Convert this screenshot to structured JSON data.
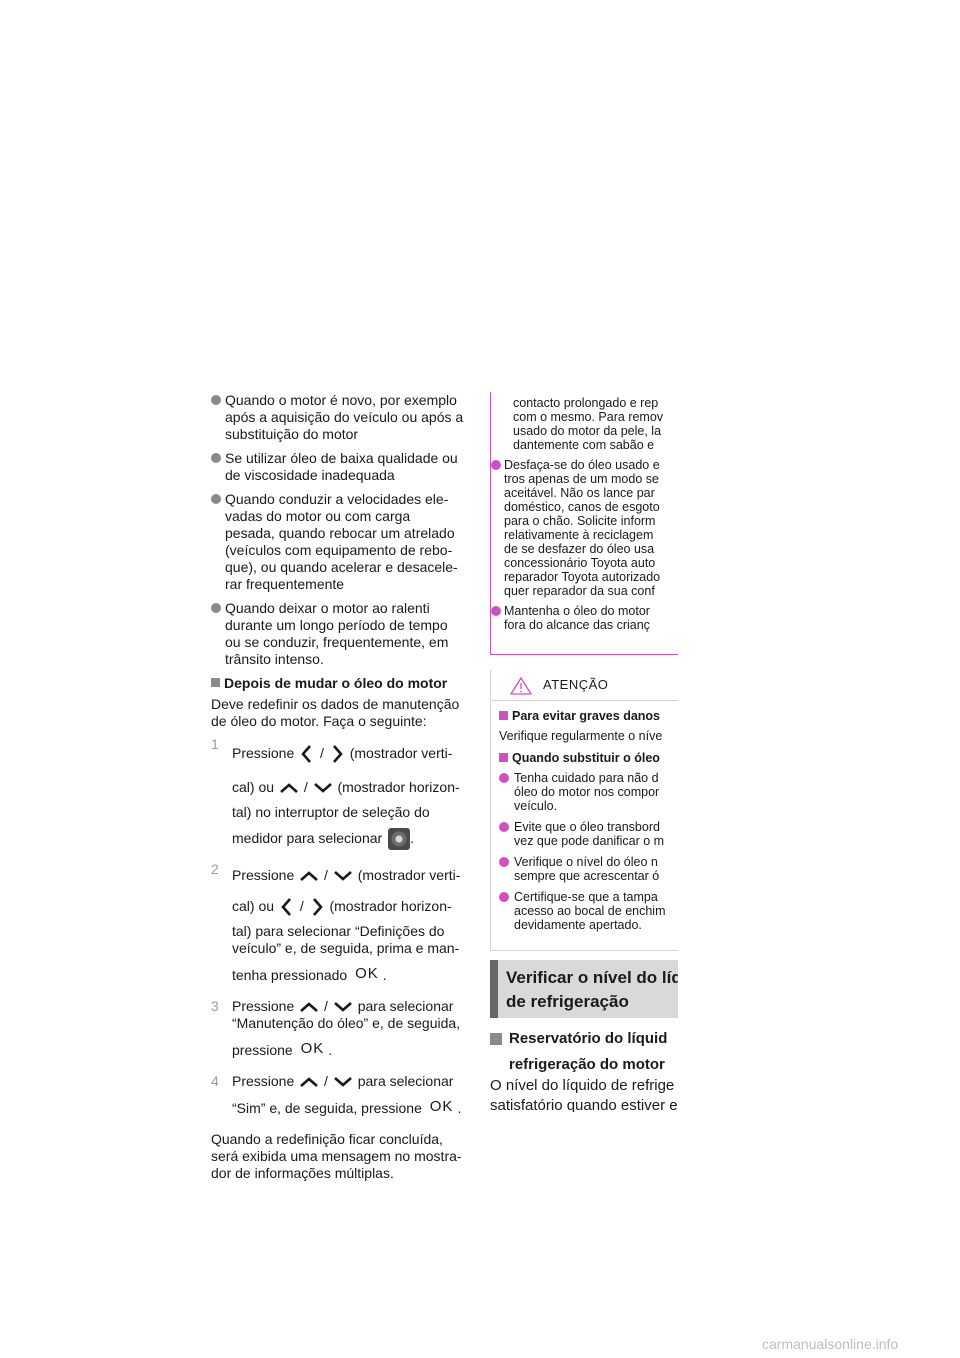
{
  "left": {
    "bullets": [
      [
        "Quando o motor é novo, por exemplo",
        "após a aquisição do veículo ou após a",
        "substituição do motor"
      ],
      [
        "Se utilizar óleo de baixa qualidade ou",
        "de viscosidade inadequada"
      ],
      [
        "Quando conduzir a velocidades ele-",
        "vadas do motor ou com carga",
        "pesada, quando rebocar um atrelado",
        "(veículos com equipamento de rebo-",
        "que), ou quando acelerar e desacele-",
        "rar frequentemente"
      ],
      [
        "Quando deixar o motor ao ralenti",
        "durante um longo período de tempo",
        "ou se conduzir, frequentemente, em",
        "trânsito intenso."
      ]
    ],
    "heading": "Depois de mudar o óleo do motor",
    "intro": [
      "Deve redefinir os dados de manutenção",
      "de óleo do motor. Faça o seguinte:"
    ],
    "steps": {
      "s1": {
        "num": "1",
        "a": "Pressione",
        "b": "(mostrador verti-",
        "c": "cal) ou",
        "d": "(mostrador horizon-",
        "e": "tal) no interruptor de seleção do",
        "f": "medidor para selecionar",
        "g": "."
      },
      "s2": {
        "num": "2",
        "a": "Pressione",
        "b": "(mostrador verti-",
        "c": "cal) ou",
        "d": "(mostrador horizon-",
        "e": "tal) para selecionar “Definições do",
        "f": "veículo” e, de seguida, prima e man-",
        "g": "tenha pressionado",
        "h": "."
      },
      "s3": {
        "num": "3",
        "a": "Pressione",
        "b": "para selecionar",
        "c": "“Manutenção do óleo” e, de seguida,",
        "d": "pressione",
        "e": "."
      },
      "s4": {
        "num": "4",
        "a": "Pressione",
        "b": "para selecionar",
        "c": "“Sim” e, de seguida, pressione",
        "d": "."
      }
    },
    "slash": "/",
    "ok": "OK",
    "outro": [
      "Quando a redefinição ficar concluída,",
      "será exibida uma mensagem no mostra-",
      "dor de informações múltiplas."
    ]
  },
  "right": {
    "box_cont": [
      "contacto prolongado e rep",
      "com o mesmo. Para remov",
      "usado do motor da pele, la",
      "dantemente com sabão e"
    ],
    "box_bullets": [
      [
        "Desfaça-se do óleo usado e",
        "tros apenas de um modo se",
        "aceitável. Não os lance par",
        "doméstico, canos de esgoto",
        "para o chão. Solicite inform",
        "relativamente à reciclagem",
        "de se desfazer do óleo usa",
        "concessionário Toyota auto",
        "reparador Toyota autorizado",
        "quer reparador da sua conf"
      ],
      [
        "Mantenha o óleo do motor",
        "fora do alcance das crianç"
      ]
    ],
    "warning_label": "ATENÇÃO",
    "warning_h1": "Para evitar graves danos",
    "warning_p1": "Verifique regularmente o níve",
    "warning_h2": "Quando substituir o óleo",
    "warning_bullets": [
      [
        "Tenha cuidado para não d",
        "óleo do motor nos compor",
        "veículo."
      ],
      [
        "Evite que o óleo transbord",
        "vez que pode danificar o m"
      ],
      [
        "Verifique o nível do óleo n",
        "sempre que acrescentar ó"
      ],
      [
        "Certifique-se que a tampa",
        "acesso ao bocal de enchim",
        "devidamente apertado."
      ]
    ],
    "section_title": [
      "Verificar o nível do líq",
      "de refrigeração"
    ],
    "sub_heading": [
      "Reservatório do líquid",
      "refrigeração do motor"
    ],
    "sub_para": [
      "O nível do líquido de refrige",
      "satisfatório quando estiver e"
    ]
  },
  "watermark": "carmanualsonline.info",
  "colors": {
    "accent": "#d24fc0",
    "bullet_gray": "#8a8a8a",
    "title_bar": "#666666"
  }
}
